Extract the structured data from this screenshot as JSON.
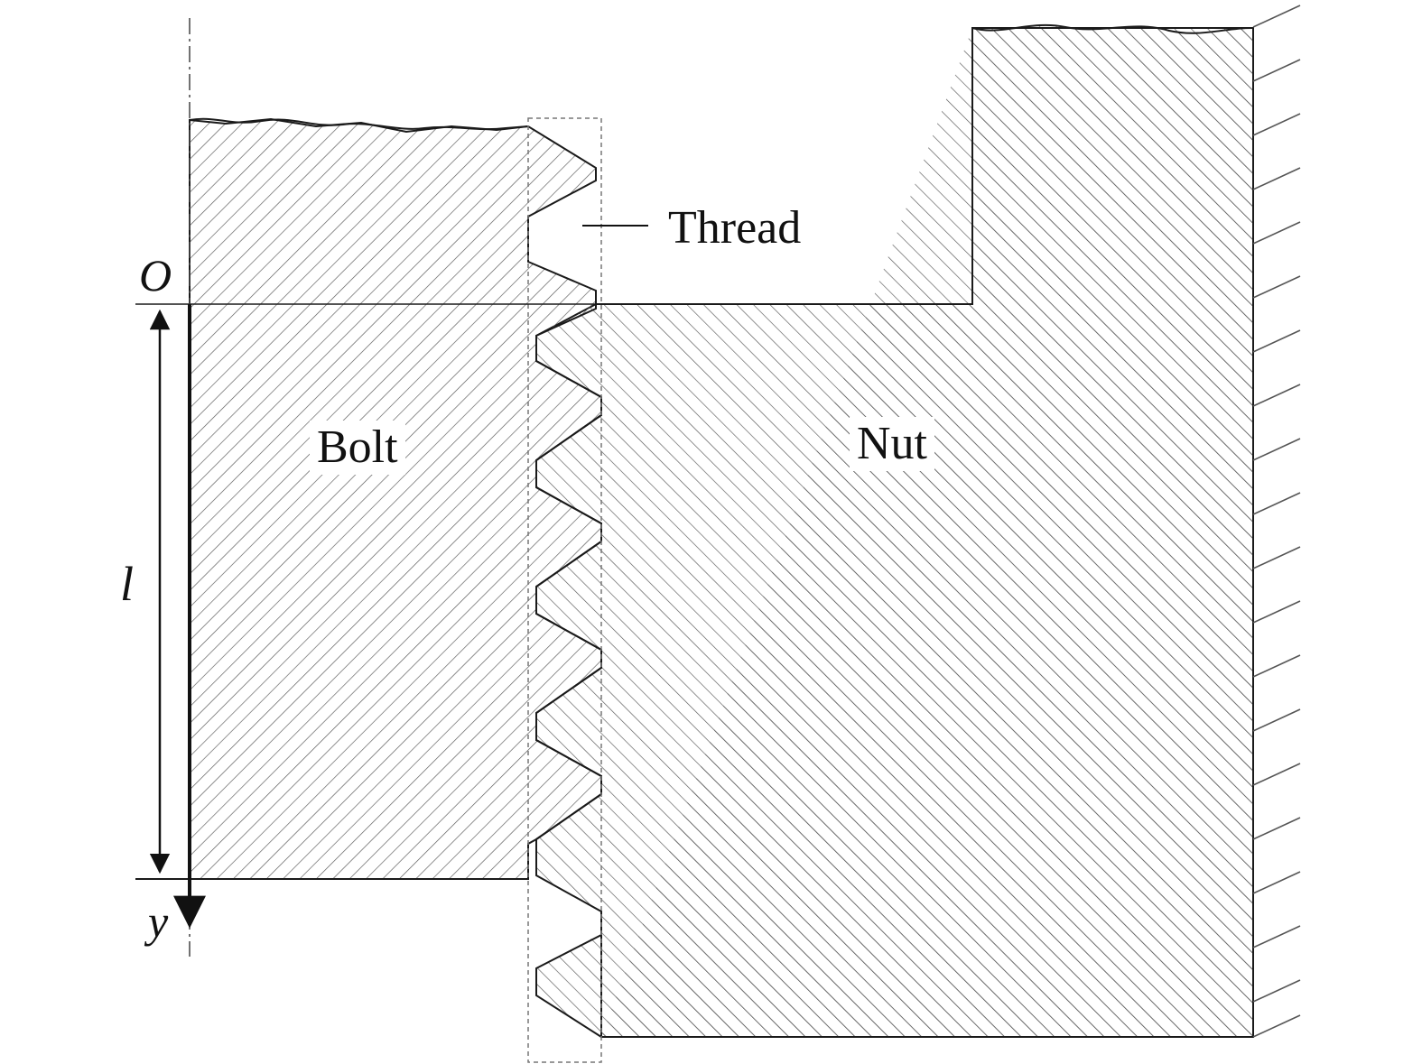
{
  "labels": {
    "thread": "Thread",
    "bolt": "Bolt",
    "nut": "Nut",
    "origin": "O",
    "length": "l",
    "axis_y": "y"
  },
  "colors": {
    "line": "#1a1a1a",
    "hatch": "#555555",
    "background": "#ffffff"
  }
}
